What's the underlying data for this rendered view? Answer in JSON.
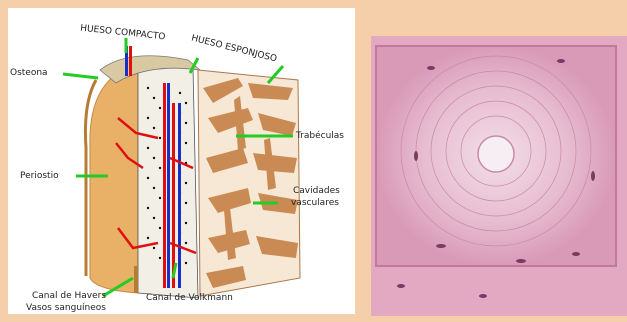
{
  "diagram": {
    "labels": {
      "osteona": "Osteona",
      "hueso_compacto": "HUESO COMPACTO",
      "hueso_esponjoso": "HUESO ESPONJOSO",
      "trabeculas": "Trabéculas",
      "periostio": "Periostio",
      "cavidades_vasculares_1": "Cavidades",
      "cavidades_vasculares_2": "vasculares",
      "canal_havers": "Canal de Havers",
      "vasos_sanguineos": "Vasos sanguíneos",
      "canal_volkmann": "Canal de Volkmann"
    },
    "colors": {
      "pointer": "#22cc22",
      "bone": "#e9b168",
      "spongy": "#c98a53",
      "blood_red": "#e01010",
      "blood_blue": "#1830c8"
    }
  },
  "micrograph": {
    "description_icon": "osteon-micrograph-image",
    "colors": {
      "background": "#e9b7cc",
      "canal": "#f6eef2"
    }
  }
}
